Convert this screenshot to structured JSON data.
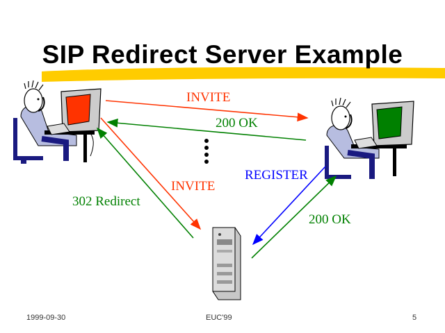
{
  "slide": {
    "title": "SIP Redirect Server Example",
    "messages": {
      "invite_top": "INVITE",
      "ok_top": "200 OK",
      "register": "REGISTER",
      "invite_mid": "INVITE",
      "redirect": "302 Redirect",
      "ok_bottom": "200 OK"
    },
    "colors": {
      "invite": "#ff3300",
      "ok": "#008000",
      "register": "#0000ff",
      "highlight": "#ffcc00"
    },
    "footer": {
      "date": "1999-09-30",
      "event": "EUC'99",
      "page": "5"
    }
  }
}
